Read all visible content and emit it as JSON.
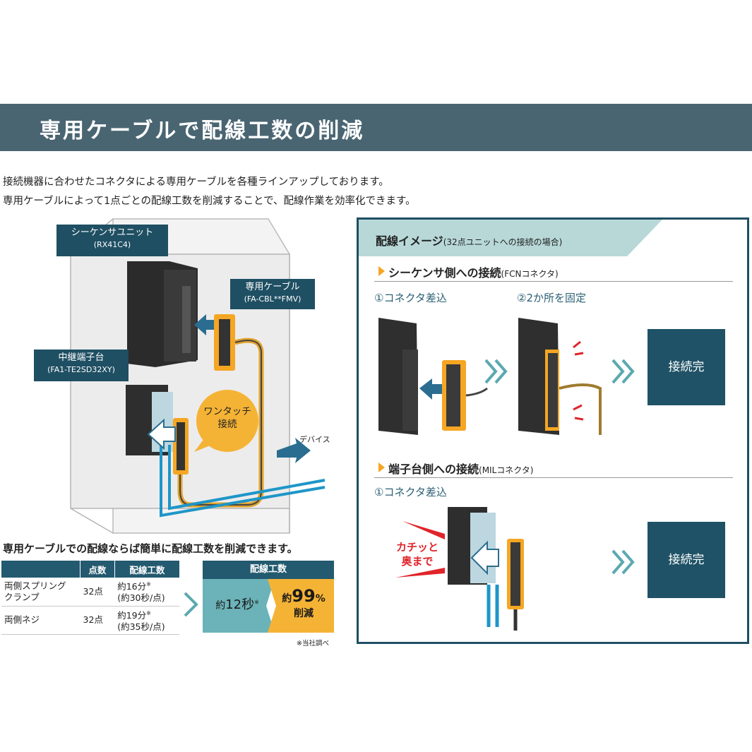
{
  "header": {
    "title": "専用ケーブルで配線工数の削減"
  },
  "intro": {
    "line1": "接続機器に合わせたコネクタによる専用ケーブルを各種ラインアップしております。",
    "line2": "専用ケーブルによって1点ごとの配線工数を削減することで、配線作業を効率化できます。"
  },
  "illustration": {
    "sequencer_label": "シーケンサユニット",
    "sequencer_model": "(RX41C4)",
    "cable_label": "専用ケーブル",
    "cable_model": "(FA-CBL**FMV)",
    "terminal_label": "中継端子台",
    "terminal_model": "(FA1-TE2SD32XY)",
    "onetouch_line1": "ワンタッチ",
    "onetouch_line2": "接続",
    "device_label": "デバイス"
  },
  "comparison": {
    "caption": "専用ケーブルでの配線ならば簡単に配線工数を削減できます。",
    "headers": [
      "",
      "点数",
      "配線工数"
    ],
    "rows": [
      {
        "method_line1": "両側スプリング",
        "method_line2": "クランプ",
        "points": "32点",
        "time_line1": "約16分",
        "time_mark": "※",
        "time_line2": "(約30秒/点)"
      },
      {
        "method_line1": "両側ネジ",
        "method_line2": "",
        "points": "32点",
        "time_line1": "約19分",
        "time_mark": "※",
        "time_line2": "(約35秒/点)"
      }
    ],
    "result_header": "配線工数",
    "result_time_prefix": "約",
    "result_time_value": "12秒",
    "result_time_mark": "※",
    "reduction_prefix": "約",
    "reduction_value": "99",
    "reduction_unit": "%",
    "reduction_label": "削減",
    "footnote": "※当社調べ"
  },
  "panel": {
    "title": "配線イメージ",
    "title_note": "(32点ユニットへの接続の場合)",
    "section1_title": "シーケンサ側への接続",
    "section1_note": "(FCNコネクタ)",
    "step1": "①コネクタ差込",
    "step2": "②2か所を固定",
    "done1": "接続完",
    "section2_title": "端子台側への接続",
    "section2_note": "(MILコネクタ)",
    "step3": "①コネクタ差込",
    "click_line1": "カチッと",
    "click_line2": "奥まで",
    "done2": "接続完"
  },
  "colors": {
    "banner": "#4a6572",
    "navy": "#1f4f63",
    "teal": "#5aa9b0",
    "orange": "#f5a623",
    "red": "#e0242a",
    "cable_blue": "#1e96c8"
  }
}
